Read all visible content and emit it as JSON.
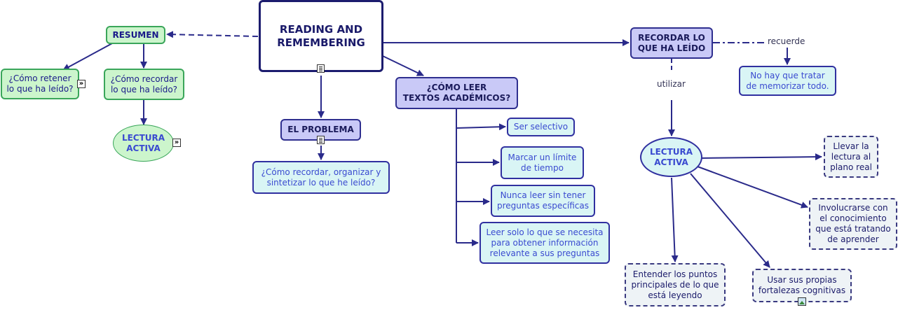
{
  "nodes": {
    "main": "READING AND\nREMEMBERING",
    "resumen": "RESUMEN",
    "retener": "¿Cómo retener\nlo que ha leído?",
    "recordar_q": "¿Cómo recordar\nlo que ha leído?",
    "lectura_activa_left": "LECTURA\nACTIVA",
    "problema": "EL PROBLEMA",
    "problema_q": "¿Cómo recordar, organizar y\nsintetizar lo que he leído?",
    "como_leer": "¿CÓMO LEER\nTEXTOS ACADÉMICOS?",
    "selectivo": "Ser selectivo",
    "limite": "Marcar un límite\nde tiempo",
    "nunca": "Nunca leer sin tener\npreguntas específicas",
    "leer_solo": "Leer solo lo que se necesita\npara obtener información\nrelevante a sus preguntas",
    "recordar": "RECORDAR LO\nQUE HA LEÍDO",
    "memorizar": "No hay que tratar\nde memorizar todo.",
    "lectura_activa_right": "LECTURA\nACTIVA",
    "llevar": "Llevar la\nlectura al\nplano real",
    "involucrarse": "Involucrarse con\nel conocimiento\nque está tratando\nde aprender",
    "entender": "Entender los puntos\nprincipales de lo que\nestá leyendo",
    "fortalezas": "Usar sus propias\nfortalezas cognitivas"
  },
  "link_labels": {
    "recuerde": "recuerde",
    "utilizar": "utilizar"
  },
  "icons": {
    "link_icon_glyph": "»"
  },
  "colors": {
    "arrow": "#2a2a8a",
    "main_border": "#1c1c6e",
    "green_fill": "#ccf5cc",
    "purple_fill": "#c9c9f7",
    "cyan_fill": "#d9f5f5"
  }
}
